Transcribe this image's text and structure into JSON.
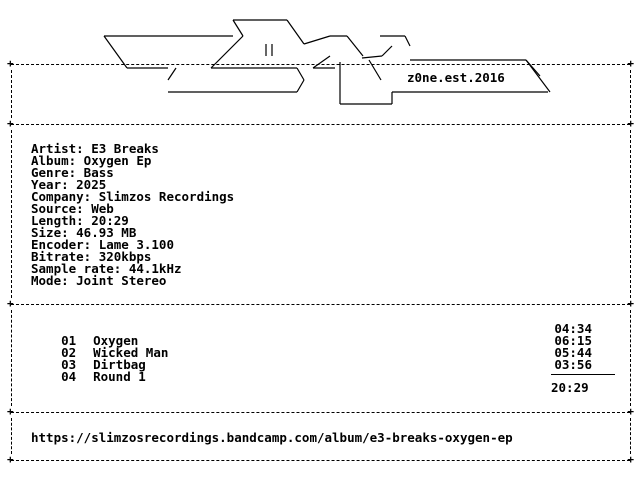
{
  "logo": {
    "tagline": "z0ne.est.2016"
  },
  "info": {
    "rows": [
      "Artist: E3 Breaks",
      "Album: Oxygen Ep",
      "Genre: Bass",
      "Year: 2025",
      "Company: Slimzos Recordings",
      "Source: Web",
      "Length: 20:29",
      "Size: 46.93 MB",
      "Encoder: Lame 3.100",
      "Bitrate: 320kbps",
      "Sample rate: 44.1kHz",
      "Mode: Joint Stereo"
    ]
  },
  "tracklist": {
    "tracks": [
      {
        "no": "01",
        "title": "Oxygen",
        "duration": "04:34"
      },
      {
        "no": "02",
        "title": "Wicked Man",
        "duration": "06:15"
      },
      {
        "no": "03",
        "title": "Dirtbag",
        "duration": "05:44"
      },
      {
        "no": "04",
        "title": "Round 1",
        "duration": "03:56"
      }
    ],
    "total": "20:29"
  },
  "link": {
    "url": "https://slimzosrecordings.bandcamp.com/album/e3-breaks-oxygen-ep"
  }
}
